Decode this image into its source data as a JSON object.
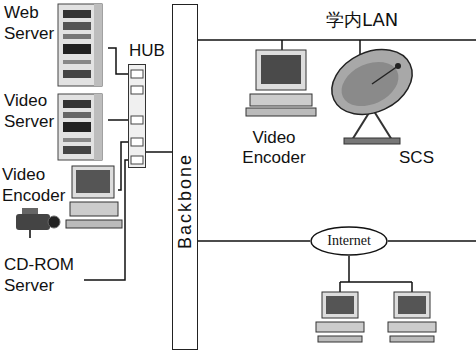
{
  "diagram": {
    "nodes": [
      {
        "text": [
          "Web Server"
        ]
      },
      {
        "text": [
          "HUB"
        ]
      },
      {
        "text": [
          "Video Server"
        ]
      },
      {
        "text": [
          "Video Encoder"
        ]
      },
      {
        "text": [
          "CD-ROM Server"
        ]
      },
      {
        "text": [
          "Backbone"
        ]
      },
      {
        "text": [
          "Video Encoder"
        ]
      },
      {
        "text": [
          "SCS"
        ]
      },
      {
        "text": [
          "Internet"
        ]
      }
    ],
    "edges": [
      {
        "from": 0,
        "to": 1,
        "arrow": "none"
      },
      {
        "from": 2,
        "to": 1,
        "arrow": "none"
      },
      {
        "from": 3,
        "to": 1,
        "arrow": "none"
      },
      {
        "from": 4,
        "to": 1,
        "arrow": "none"
      },
      {
        "from": 1,
        "to": 5,
        "arrow": "none"
      },
      {
        "from": 5,
        "to": 8,
        "arrow": "none"
      }
    ],
    "labels": [
      "学内LAN"
    ]
  }
}
